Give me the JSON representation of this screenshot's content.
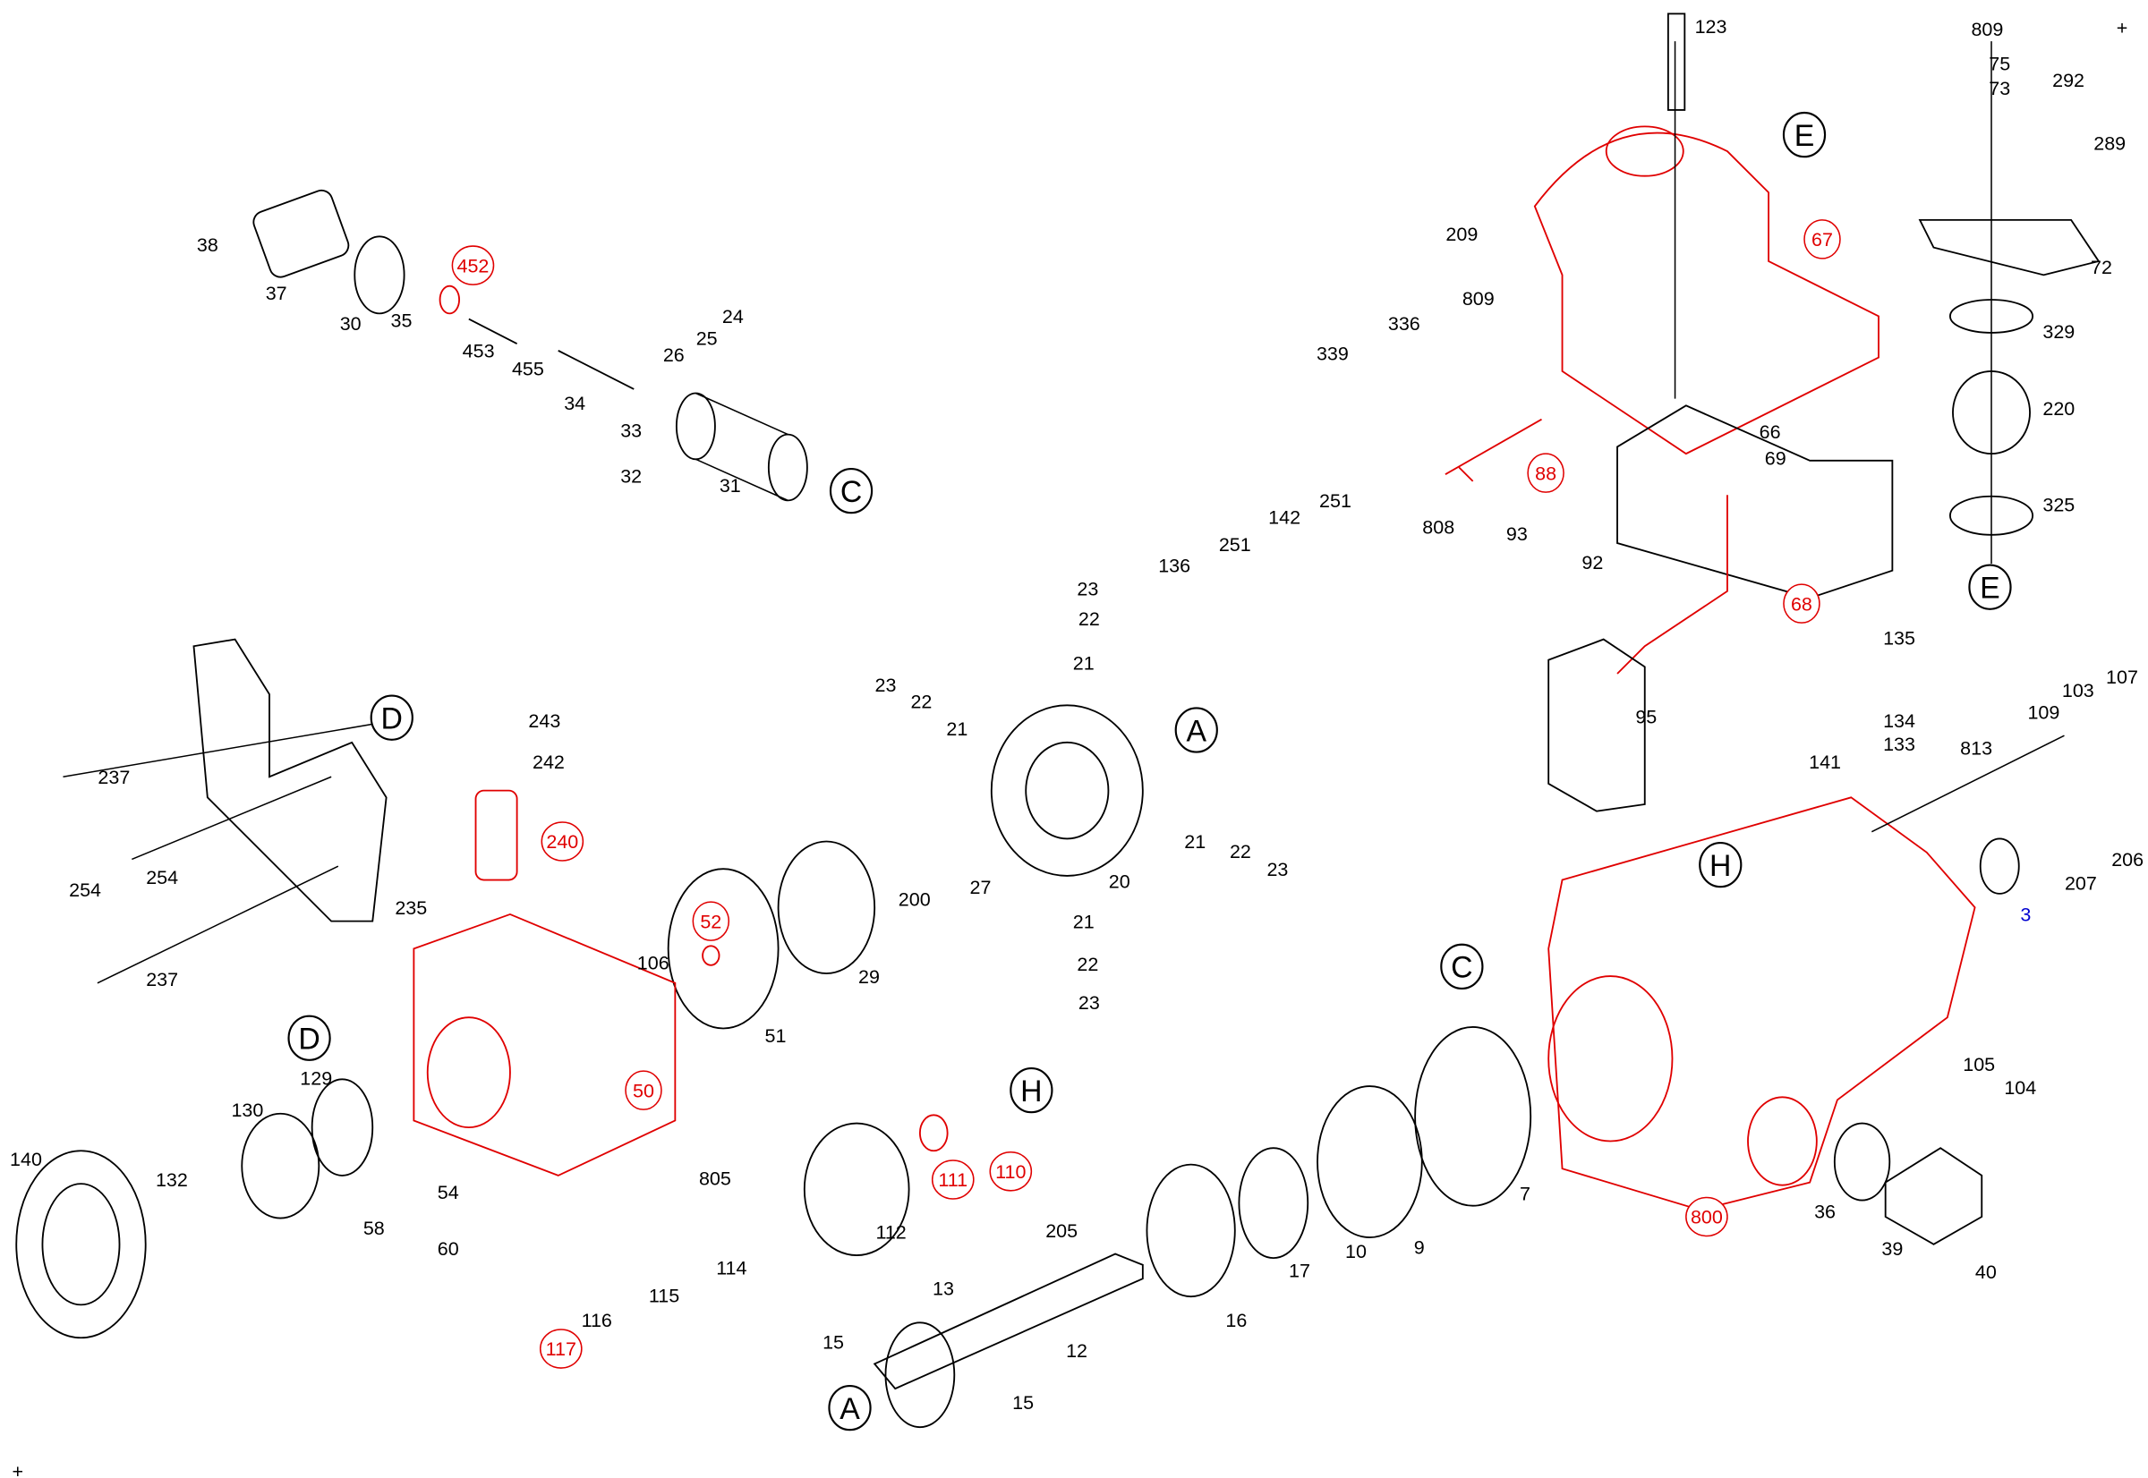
{
  "title": "Distributor injection pump exploded parts diagram",
  "colors": {
    "highlighted": "#e00000",
    "normal": "#000000",
    "special": "#0000d0"
  },
  "callouts": [
    {
      "text": "C"
    },
    {
      "text": "E"
    },
    {
      "text": "E"
    },
    {
      "text": "A"
    },
    {
      "text": "D"
    },
    {
      "text": "D"
    },
    {
      "text": "H"
    },
    {
      "text": "H"
    },
    {
      "text": "C"
    },
    {
      "text": "A"
    }
  ],
  "highlighted_parts": [
    {
      "text": "452"
    },
    {
      "text": "67"
    },
    {
      "text": "88"
    },
    {
      "text": "68"
    },
    {
      "text": "240"
    },
    {
      "text": "52"
    },
    {
      "text": "50"
    },
    {
      "text": "111"
    },
    {
      "text": "110"
    },
    {
      "text": "800"
    },
    {
      "text": "117"
    }
  ],
  "special_parts": [
    {
      "text": "3"
    }
  ],
  "parts": [
    {
      "text": "38"
    },
    {
      "text": "37"
    },
    {
      "text": "30"
    },
    {
      "text": "35"
    },
    {
      "text": "453"
    },
    {
      "text": "455"
    },
    {
      "text": "34"
    },
    {
      "text": "33"
    },
    {
      "text": "26"
    },
    {
      "text": "25"
    },
    {
      "text": "24"
    },
    {
      "text": "32"
    },
    {
      "text": "31"
    },
    {
      "text": "123"
    },
    {
      "text": "209"
    },
    {
      "text": "809"
    },
    {
      "text": "336"
    },
    {
      "text": "339"
    },
    {
      "text": "136"
    },
    {
      "text": "251"
    },
    {
      "text": "142"
    },
    {
      "text": "251"
    },
    {
      "text": "808"
    },
    {
      "text": "93"
    },
    {
      "text": "66"
    },
    {
      "text": "69"
    },
    {
      "text": "92"
    },
    {
      "text": "809"
    },
    {
      "text": "75"
    },
    {
      "text": "73"
    },
    {
      "text": "292"
    },
    {
      "text": "289"
    },
    {
      "text": "72"
    },
    {
      "text": "329"
    },
    {
      "text": "220"
    },
    {
      "text": "325"
    },
    {
      "text": "23"
    },
    {
      "text": "22"
    },
    {
      "text": "21"
    },
    {
      "text": "23"
    },
    {
      "text": "22"
    },
    {
      "text": "21"
    },
    {
      "text": "20"
    },
    {
      "text": "21"
    },
    {
      "text": "22"
    },
    {
      "text": "23"
    },
    {
      "text": "21"
    },
    {
      "text": "22"
    },
    {
      "text": "23"
    },
    {
      "text": "27"
    },
    {
      "text": "200"
    },
    {
      "text": "29"
    },
    {
      "text": "51"
    },
    {
      "text": "106"
    },
    {
      "text": "243"
    },
    {
      "text": "242"
    },
    {
      "text": "237"
    },
    {
      "text": "254"
    },
    {
      "text": "254"
    },
    {
      "text": "235"
    },
    {
      "text": "237"
    },
    {
      "text": "129"
    },
    {
      "text": "130"
    },
    {
      "text": "140"
    },
    {
      "text": "132"
    },
    {
      "text": "54"
    },
    {
      "text": "58"
    },
    {
      "text": "60"
    },
    {
      "text": "805"
    },
    {
      "text": "112"
    },
    {
      "text": "114"
    },
    {
      "text": "115"
    },
    {
      "text": "116"
    },
    {
      "text": "205"
    },
    {
      "text": "13"
    },
    {
      "text": "15"
    },
    {
      "text": "12"
    },
    {
      "text": "15"
    },
    {
      "text": "16"
    },
    {
      "text": "17"
    },
    {
      "text": "10"
    },
    {
      "text": "9"
    },
    {
      "text": "7"
    },
    {
      "text": "135"
    },
    {
      "text": "134"
    },
    {
      "text": "133"
    },
    {
      "text": "141"
    },
    {
      "text": "95"
    },
    {
      "text": "813"
    },
    {
      "text": "109"
    },
    {
      "text": "103"
    },
    {
      "text": "107"
    },
    {
      "text": "206"
    },
    {
      "text": "207"
    },
    {
      "text": "105"
    },
    {
      "text": "104"
    },
    {
      "text": "36"
    },
    {
      "text": "39"
    },
    {
      "text": "40"
    }
  ],
  "corner_marks": [
    {
      "text": "+"
    },
    {
      "text": "+"
    }
  ]
}
